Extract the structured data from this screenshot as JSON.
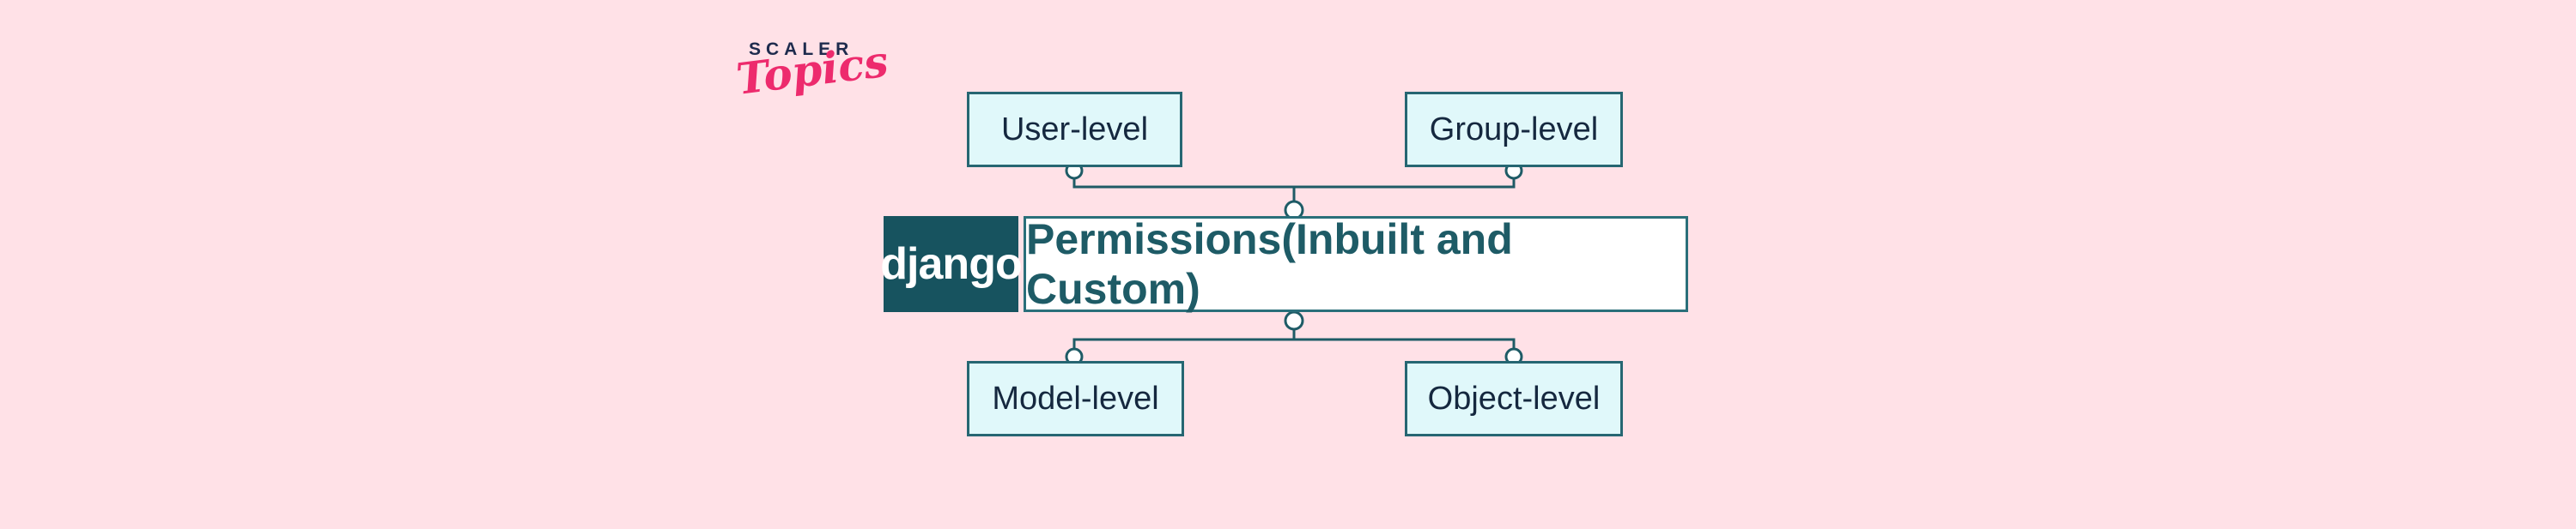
{
  "brand": {
    "name": "SCALER",
    "sub": "Topics",
    "name_color": "#1e2b4d",
    "sub_color": "#ed2b6d"
  },
  "diagram": {
    "center": {
      "logo_text": "django",
      "logo_bg": "#17535f",
      "title": "Permissions(Inbuilt and Custom)",
      "title_color": "#1e5b66"
    },
    "top_nodes": [
      {
        "label": "User-level"
      },
      {
        "label": "Group-level"
      }
    ],
    "bottom_nodes": [
      {
        "label": "Model-level"
      },
      {
        "label": "Object-level"
      }
    ],
    "node_fill": "#e0f8fa",
    "node_border": "#266672",
    "node_text_color": "#15283f",
    "connector_color": "#1e5b66",
    "background_color": "#ffe1e7"
  }
}
